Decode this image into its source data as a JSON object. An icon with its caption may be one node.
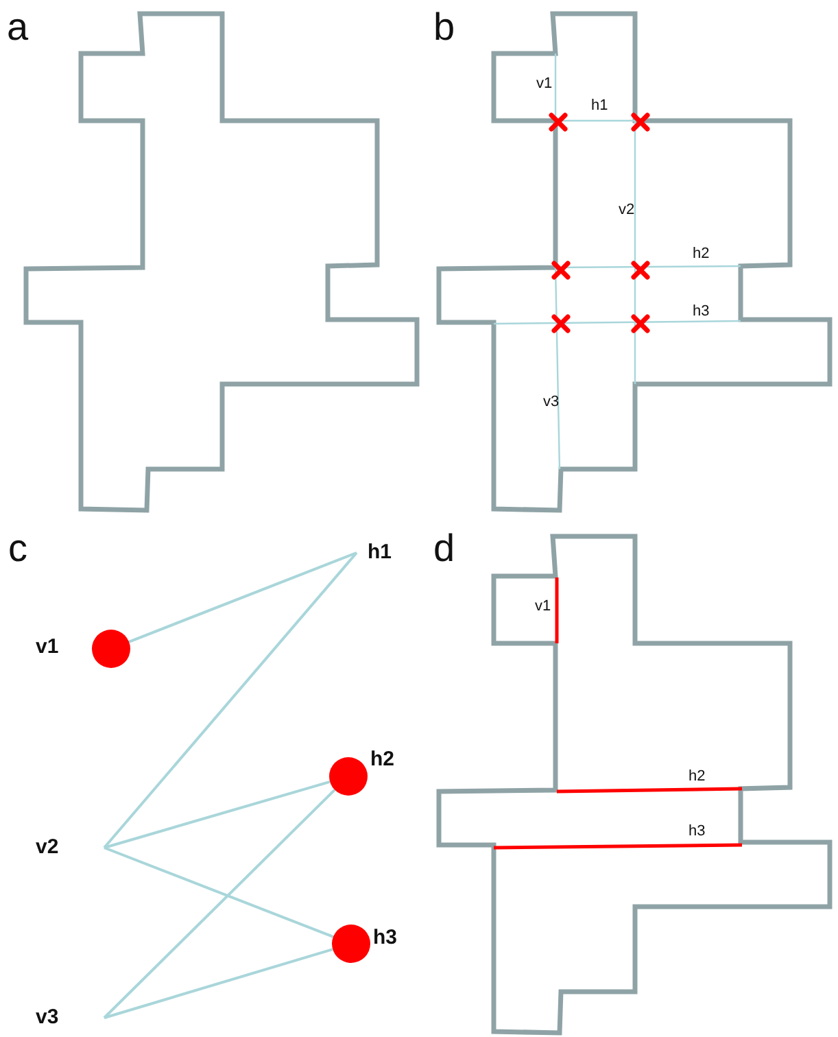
{
  "diagram": {
    "nodes": [
      {
        "text": [
          "h1"
        ]
      },
      {
        "text": [],
        "shape": "circle",
        "beside": [
          "v1"
        ]
      },
      {
        "text": [],
        "shape": "circle",
        "beside": [
          "h2"
        ]
      },
      {
        "text": [
          "v2"
        ]
      },
      {
        "text": [],
        "shape": "circle",
        "beside": [
          "h3"
        ]
      },
      {
        "text": [
          "v3"
        ]
      }
    ],
    "edges": [
      {
        "from": 1,
        "to": 0,
        "arrow": "none"
      },
      {
        "from": 3,
        "to": 0,
        "arrow": "none"
      },
      {
        "from": 3,
        "to": 2,
        "arrow": "none"
      },
      {
        "from": 3,
        "to": 4,
        "arrow": "none"
      },
      {
        "from": 5,
        "to": 2,
        "arrow": "none"
      },
      {
        "from": 5,
        "to": 4,
        "arrow": "none"
      }
    ],
    "labels": [
      "a",
      "b",
      "v1",
      "h1",
      "v2",
      "h2",
      "h3",
      "v3",
      "c",
      "d",
      "v1",
      "h2",
      "h3"
    ]
  }
}
